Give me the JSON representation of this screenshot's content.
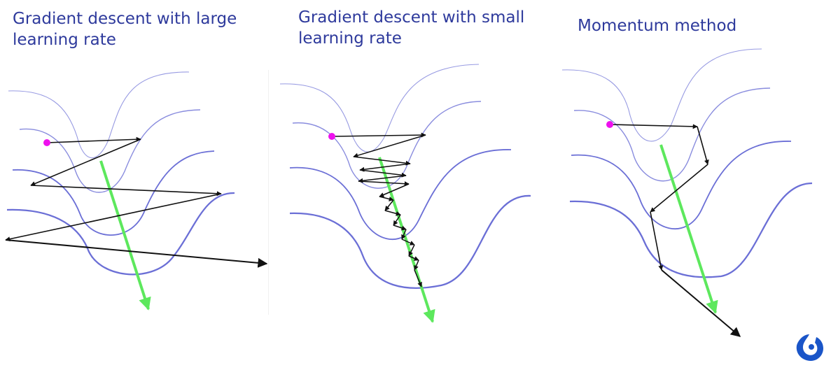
{
  "panels": [
    {
      "title": "Gradient descent with large learning rate"
    },
    {
      "title": "Gradient descent with small learning rate"
    },
    {
      "title": "Momentum method"
    }
  ],
  "colors": {
    "title": "#2e3a9c",
    "contour": "#6b6fd6",
    "start_point": "#ee10ee",
    "gradient_arrow": "#5de85d",
    "path": "#111111",
    "logo": "#1a55c8"
  },
  "icons": {
    "logo": "logo-icon"
  }
}
